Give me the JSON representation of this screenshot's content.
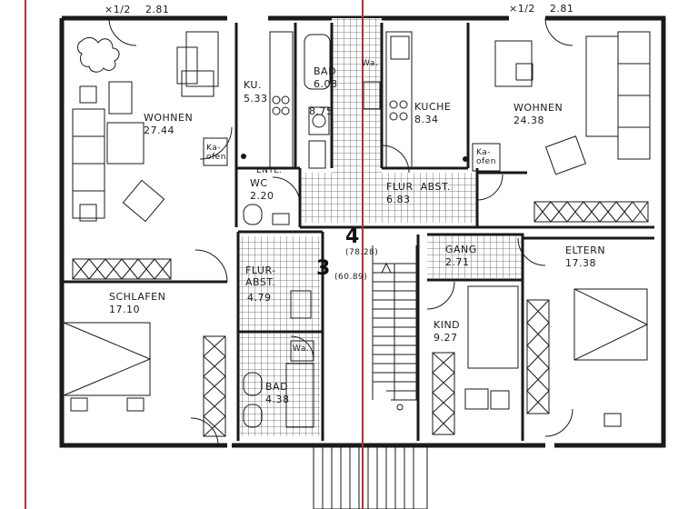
{
  "colors": {
    "ink": "#1a1a1a",
    "hatch": "#444444",
    "red_line": "#b0303a",
    "paper": "#ffffff"
  },
  "top_scale_left": "×1/2    2.81",
  "top_scale_right": "×1/2    2.81",
  "rooms": {
    "wohnen_left": {
      "name": "WOHNEN",
      "area": "27.44"
    },
    "kueche_left": {
      "name": "KU.",
      "area": "5.33"
    },
    "bad_top": {
      "name": "BAD",
      "area": "6.08"
    },
    "wa_top": "Wa.",
    "kueche_right": {
      "name": "KUCHE",
      "area": "8.34"
    },
    "wohnen_right": {
      "name": "WOHNEN",
      "area": "24.38"
    },
    "kaofen_left": "Ka-\nofen",
    "kaofen_right": "Ka-\nofen",
    "entl": "ENTL.",
    "wc": {
      "name": "WC",
      "area": "2.20"
    },
    "flur_abst_right": {
      "name": "FLUR  ABST.",
      "area": "6.83"
    },
    "stair_top_number": "4",
    "stair_top_area": "(78.28)",
    "gang": {
      "name": "GANG",
      "area": "2.71"
    },
    "eltern": {
      "name": "ELTERN",
      "area": "17.38"
    },
    "flur_abst_left": {
      "name": "FLUR-\nABST.",
      "area": "4.79"
    },
    "stair_mid_number": "3",
    "stair_mid_area": "(60.89)",
    "schlafen": {
      "name": "SCHLAFEN",
      "area": "17.10"
    },
    "kind": {
      "name": "KIND",
      "area": "9.27"
    },
    "wa_bottom": "Wa.",
    "bad_bottom": {
      "name": "BAD",
      "area": "4.38"
    },
    "measure_875": "8.75"
  }
}
